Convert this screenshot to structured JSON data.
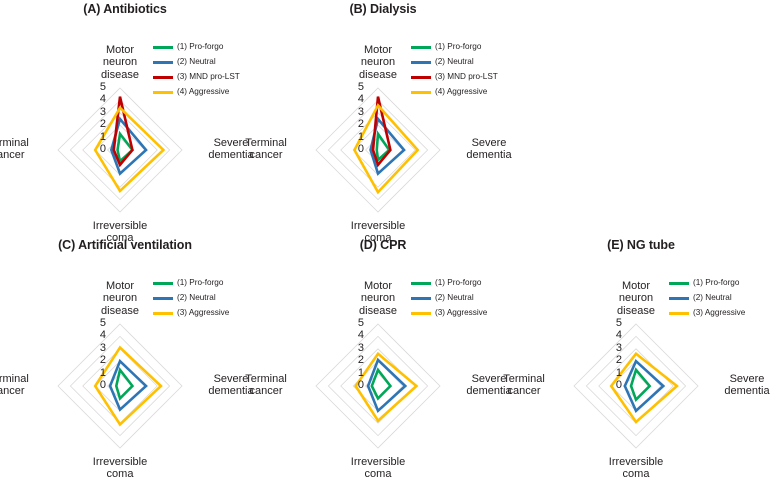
{
  "figure": {
    "background": "#ffffff",
    "axis_categories": [
      "Motor neuron disease",
      "Severe dementia",
      "Irreversible coma",
      "Terminal cancer"
    ],
    "axis_label_lines": {
      "top": "Motor\nneuron\ndisease",
      "right": "Severe\ndementia",
      "bottom": "Irreversible\ncoma",
      "left": "Terminal\ncancer"
    },
    "tick_labels": [
      "5",
      "4",
      "3",
      "2",
      "1",
      "0"
    ],
    "grid_color": "#d9d9d9",
    "colors": {
      "pro_forgo": "#00a758",
      "neutral": "#2e75b6",
      "mnd_pro_lst": "#c00000",
      "aggressive": "#ffc000"
    }
  },
  "panels": [
    {
      "id": "A",
      "title": "(A) Antibiotics",
      "legend": [
        {
          "label": "(1) Pro-forgo",
          "color": "#00a758"
        },
        {
          "label": "(2) Neutral",
          "color": "#2e75b6"
        },
        {
          "label": "(3) MND pro-LST",
          "color": "#c00000"
        },
        {
          "label": "(4) Aggressive",
          "color": "#ffc000"
        }
      ]
    },
    {
      "id": "B",
      "title": "(B) Dialysis",
      "legend": [
        {
          "label": "(1) Pro-forgo",
          "color": "#00a758"
        },
        {
          "label": "(2) Neutral",
          "color": "#2e75b6"
        },
        {
          "label": "(3) MND pro-LST",
          "color": "#c00000"
        },
        {
          "label": "(4) Aggressive",
          "color": "#ffc000"
        }
      ]
    },
    {
      "id": "C",
      "title": "(C) Artificial ventilation",
      "legend": [
        {
          "label": "(1) Pro-forgo",
          "color": "#00a758"
        },
        {
          "label": "(2) Neutral",
          "color": "#2e75b6"
        },
        {
          "label": "(3) Aggressive",
          "color": "#ffc000"
        }
      ]
    },
    {
      "id": "D",
      "title": "(D) CPR",
      "legend": [
        {
          "label": "(1) Pro-forgo",
          "color": "#00a758"
        },
        {
          "label": "(2) Neutral",
          "color": "#2e75b6"
        },
        {
          "label": "(3) Aggressive",
          "color": "#ffc000"
        }
      ]
    },
    {
      "id": "E",
      "title": "(E) NG tube",
      "legend": [
        {
          "label": "(1) Pro-forgo",
          "color": "#00a758"
        },
        {
          "label": "(2) Neutral",
          "color": "#2e75b6"
        },
        {
          "label": "(3) Aggressive",
          "color": "#ffc000"
        }
      ]
    }
  ],
  "chart_data": [
    {
      "type": "radar",
      "panel": "A",
      "title": "(A) Antibiotics",
      "categories": [
        "Motor neuron disease",
        "Severe dementia",
        "Irreversible coma",
        "Terminal cancer"
      ],
      "rlim": [
        0,
        5
      ],
      "rticks": [
        0,
        1,
        2,
        3,
        4,
        5
      ],
      "grid": true,
      "legend_position": "top-right",
      "series": [
        {
          "name": "(1) Pro-forgo",
          "color": "#00a758",
          "values": [
            1.3,
            1.0,
            0.9,
            0.2
          ]
        },
        {
          "name": "(2) Neutral",
          "color": "#2e75b6",
          "values": [
            2.5,
            2.1,
            1.9,
            0.7
          ]
        },
        {
          "name": "(3) MND pro-LST",
          "color": "#c00000",
          "values": [
            4.3,
            1.0,
            1.2,
            0.5
          ]
        },
        {
          "name": "(4) Aggressive",
          "color": "#ffc000",
          "values": [
            3.4,
            3.5,
            3.3,
            2.0
          ]
        }
      ]
    },
    {
      "type": "radar",
      "panel": "B",
      "title": "(B) Dialysis",
      "categories": [
        "Motor neuron disease",
        "Severe dementia",
        "Irreversible coma",
        "Terminal cancer"
      ],
      "rlim": [
        0,
        5
      ],
      "rticks": [
        0,
        1,
        2,
        3,
        4,
        5
      ],
      "grid": true,
      "legend_position": "top-right",
      "series": [
        {
          "name": "(1) Pro-forgo",
          "color": "#00a758",
          "values": [
            1.3,
            0.9,
            0.8,
            0.1
          ]
        },
        {
          "name": "(2) Neutral",
          "color": "#2e75b6",
          "values": [
            2.5,
            2.1,
            1.9,
            0.6
          ]
        },
        {
          "name": "(3) MND pro-LST",
          "color": "#c00000",
          "values": [
            4.3,
            1.0,
            1.2,
            0.4
          ]
        },
        {
          "name": "(4) Aggressive",
          "color": "#ffc000",
          "values": [
            3.6,
            3.2,
            3.4,
            1.9
          ]
        }
      ]
    },
    {
      "type": "radar",
      "panel": "C",
      "title": "(C) Artificial ventilation",
      "categories": [
        "Motor neuron disease",
        "Severe dementia",
        "Irreversible coma",
        "Terminal cancer"
      ],
      "rlim": [
        0,
        5
      ],
      "rticks": [
        0,
        1,
        2,
        3,
        4,
        5
      ],
      "grid": true,
      "legend_position": "top-right",
      "series": [
        {
          "name": "(1) Pro-forgo",
          "color": "#00a758",
          "values": [
            1.3,
            1.0,
            1.0,
            0.3
          ]
        },
        {
          "name": "(2) Neutral",
          "color": "#2e75b6",
          "values": [
            2.0,
            2.1,
            1.9,
            0.8
          ]
        },
        {
          "name": "(3) Aggressive",
          "color": "#ffc000",
          "values": [
            3.1,
            3.3,
            3.1,
            2.0
          ]
        }
      ]
    },
    {
      "type": "radar",
      "panel": "D",
      "title": "(D) CPR",
      "categories": [
        "Motor neuron disease",
        "Severe dementia",
        "Irreversible coma",
        "Terminal cancer"
      ],
      "rlim": [
        0,
        5
      ],
      "rticks": [
        0,
        1,
        2,
        3,
        4,
        5
      ],
      "grid": true,
      "legend_position": "top-right",
      "series": [
        {
          "name": "(1) Pro-forgo",
          "color": "#00a758",
          "values": [
            1.3,
            1.0,
            1.0,
            0.5
          ]
        },
        {
          "name": "(2) Neutral",
          "color": "#2e75b6",
          "values": [
            2.1,
            2.2,
            2.0,
            0.8
          ]
        },
        {
          "name": "(3) Aggressive",
          "color": "#ffc000",
          "values": [
            2.6,
            3.1,
            2.8,
            1.8
          ]
        }
      ]
    },
    {
      "type": "radar",
      "panel": "E",
      "title": "(E) NG tube",
      "categories": [
        "Motor neuron disease",
        "Severe dementia",
        "Irreversible coma",
        "Terminal cancer"
      ],
      "rlim": [
        0,
        5
      ],
      "rticks": [
        0,
        1,
        2,
        3,
        4,
        5
      ],
      "grid": true,
      "legend_position": "top-right",
      "series": [
        {
          "name": "(1) Pro-forgo",
          "color": "#00a758",
          "values": [
            1.3,
            1.1,
            1.1,
            0.4
          ]
        },
        {
          "name": "(2) Neutral",
          "color": "#2e75b6",
          "values": [
            2.0,
            2.2,
            2.0,
            0.9
          ]
        },
        {
          "name": "(3) Aggressive",
          "color": "#ffc000",
          "values": [
            2.6,
            3.3,
            2.9,
            2.0
          ]
        }
      ]
    }
  ]
}
